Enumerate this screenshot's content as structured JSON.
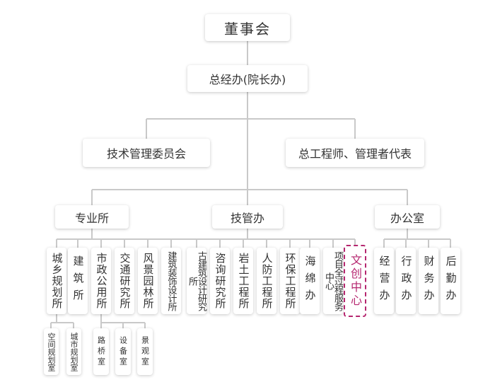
{
  "top": "董事会",
  "general_office": "总经办(院长办)",
  "committee": "技术管理委员会",
  "chief_engineer": "总工程师、管理者代表",
  "groups": {
    "professional": "专业所",
    "tech_management": "技管办",
    "office": "办公室"
  },
  "professional_units": [
    "城乡规划所",
    "建筑所",
    "市政公用所",
    "交通研究所",
    "风景园林所",
    "建筑装饰设计所",
    "古建筑设计研究所",
    "咨询研究所",
    "岩土工程所",
    "人防工程所",
    "环保工程所"
  ],
  "tech_management_units": [
    "海绵办",
    "项目全过程服务中心",
    "文创中心"
  ],
  "office_units": [
    "经营办",
    "行政办",
    "财务办",
    "后勤办"
  ],
  "sub_rooms": {
    "urban_rural": [
      "空间规划室",
      "城市规划室"
    ],
    "municipal": [
      "路桥室",
      "设备室",
      "景观室"
    ]
  },
  "highlight_color": "#b5266f",
  "line_color": "#c9c9c9"
}
